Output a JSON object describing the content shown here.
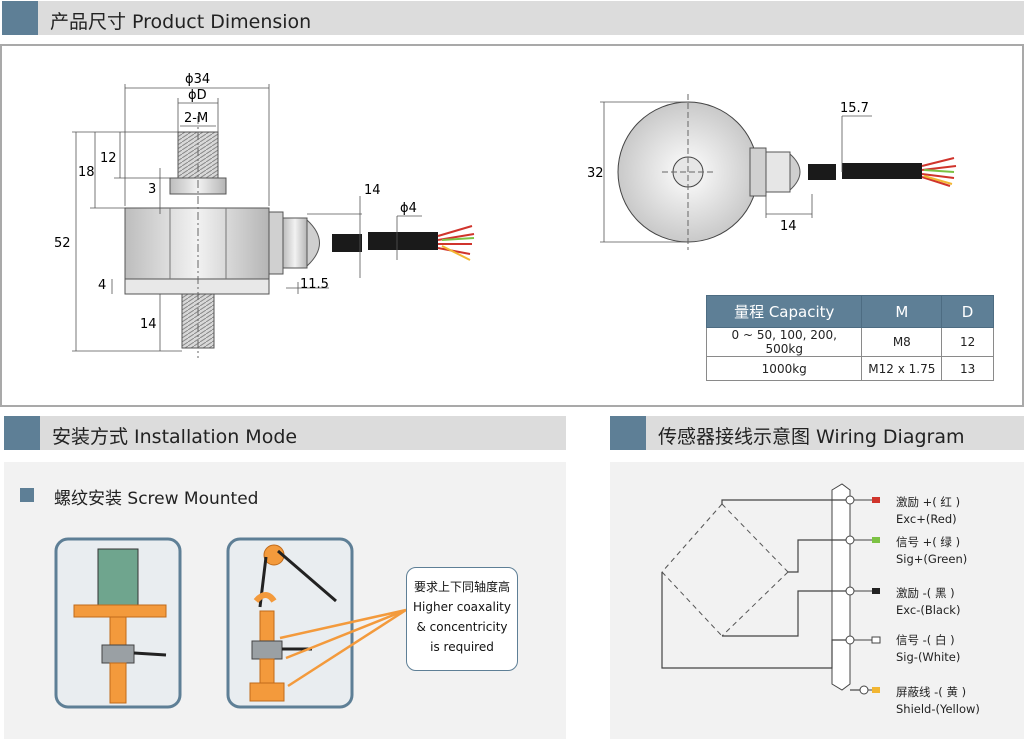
{
  "sections": {
    "dimension": "产品尺寸 Product Dimension",
    "installation": "安装方式 Installation Mode",
    "wiring": "传感器接线示意图  Wiring Diagram"
  },
  "dims": {
    "d34": "ϕ34",
    "dD": "ϕD",
    "m2": "2-M",
    "h12": "12",
    "h18": "18",
    "h3": "3",
    "h52": "52",
    "h4": "4",
    "h14b": "14",
    "c14": "14",
    "phi4": "ϕ4",
    "l115": "11.5",
    "r157": "15.7",
    "r32": "32",
    "r14": "14"
  },
  "spec_table": {
    "headers": [
      "量程 Capacity",
      "M",
      "D"
    ],
    "rows": [
      [
        "0 ~ 50, 100, 200, 500kg",
        "M8",
        "12"
      ],
      [
        "1000kg",
        "M12 x 1.75",
        "13"
      ]
    ]
  },
  "installation": {
    "subtitle": "螺纹安装 Screw Mounted",
    "callout": [
      "要求上下同轴度高",
      "Higher coaxality",
      "& concentricity",
      "is required"
    ]
  },
  "wiring": {
    "wires": [
      {
        "cn": "激励 +( 红 )",
        "en": "Exc+(Red)",
        "color": "#d0342c"
      },
      {
        "cn": "信号 +( 绿 )",
        "en": "Sig+(Green)",
        "color": "#7cc243"
      },
      {
        "cn": "激励 -( 黑 )",
        "en": "Exc-(Black)",
        "color": "#222222"
      },
      {
        "cn": "信号 -( 白 )",
        "en": "Sig-(White)",
        "color": "#ffffff"
      },
      {
        "cn": "屏蔽线 -( 黄 )",
        "en": "Shield-(Yellow)",
        "color": "#f2b632"
      }
    ]
  },
  "colors": {
    "accent": "#5e7f96",
    "header_bg": "#dcdcdc",
    "orange": "#f39a3c"
  }
}
